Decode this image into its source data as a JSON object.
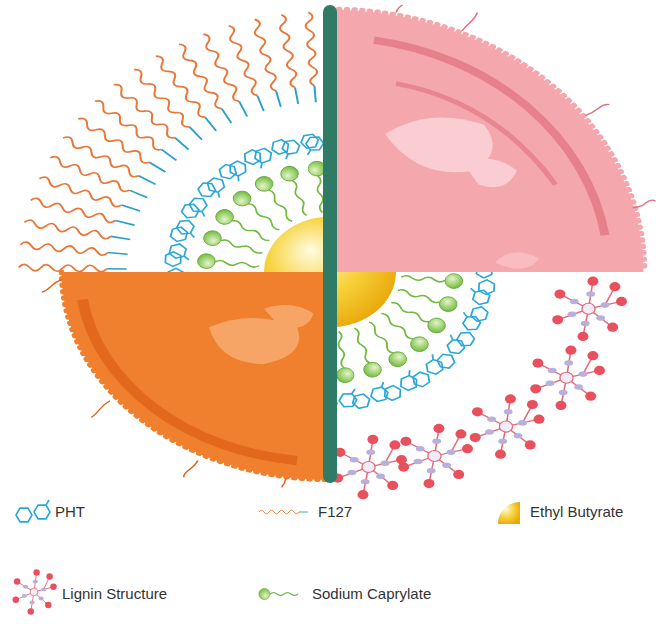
{
  "diagram": {
    "legend": [
      {
        "text": "PHT"
      },
      {
        "text": "F127"
      },
      {
        "text": "Ethyl Butyrate"
      },
      {
        "text": "Lignin Structure"
      },
      {
        "text": "Sodium Caprylate"
      }
    ]
  }
}
